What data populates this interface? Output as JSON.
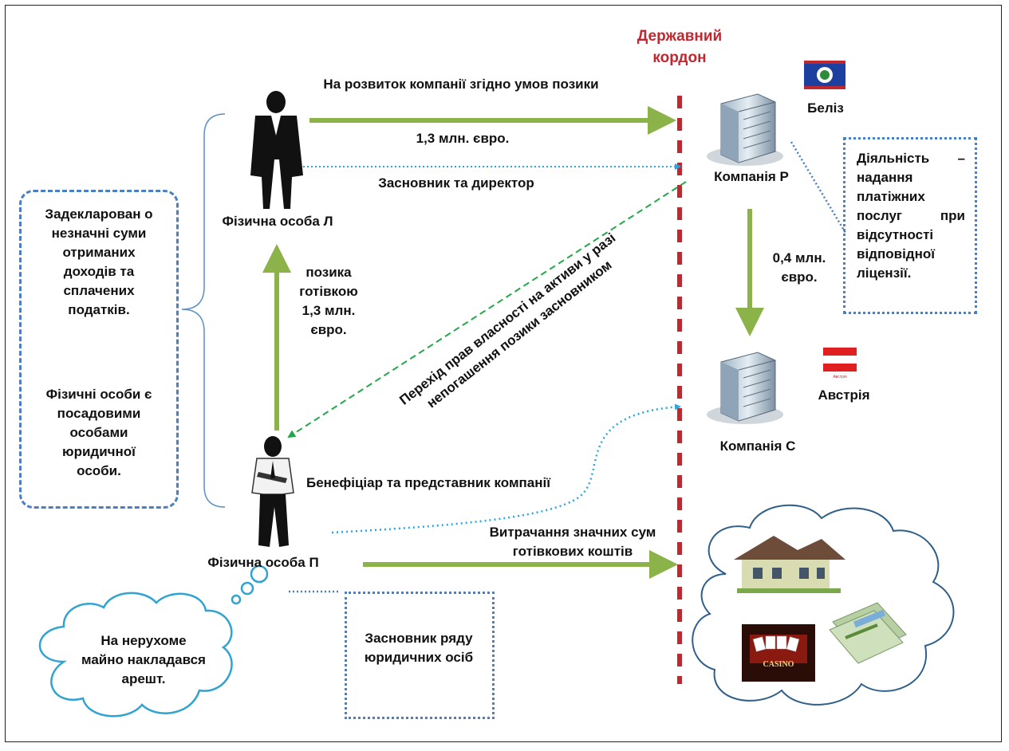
{
  "border": {
    "title": "Державний кордон"
  },
  "persons": {
    "l": {
      "label": "Фізична особа Л"
    },
    "p": {
      "label": "Фізична особа П"
    }
  },
  "companies": {
    "r": {
      "label": "Компанія Р",
      "country": "Беліз"
    },
    "c": {
      "label": "Компанія С",
      "country": "Австрія",
      "flag_caption": "Австрія"
    }
  },
  "flows": {
    "l_to_r_purpose": "На розвиток компанії згідно умов позики",
    "l_to_r_amount": "1,3 млн. євро.",
    "l_role": "Засновник та директор",
    "p_to_l_loan": "позика готівкою 1,3 млн. євро.",
    "r_to_p_ownership": "Перехід прав власності на активи у разі непогашення позики засновником",
    "r_to_c_amount": "0,4 млн. євро.",
    "p_role": "Бенефіціар та представник компанії",
    "p_spending": "Витрачання значних сум готівкових коштів"
  },
  "notes": {
    "left_1": "Задекларован о незначні суми отриманих доходів та сплачених податків.",
    "left_2": "Фізичні особи є посадовими особами юридичної особи.",
    "activity": "Діяльність – надання платіжних послуг при відсутності відповідної ліцензії.",
    "founder": "Засновник ряду юридичних осіб",
    "arrest": "На нерухоме майно накладався арешт."
  },
  "assets": {
    "casino_sign": "CASINO"
  },
  "colors": {
    "green_arrow": "#8cb24a",
    "blue_dotted": "#2aa6e0",
    "green_dashed": "#22a84a",
    "border_line": "#c0282f",
    "note_border": "#4a7fc1",
    "cloud_stroke": "#2f5f8a"
  }
}
